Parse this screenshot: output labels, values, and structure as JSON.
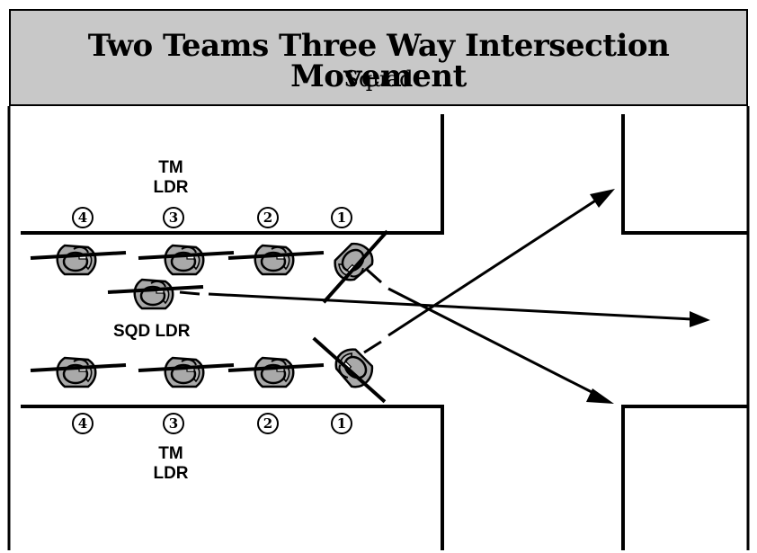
{
  "header": {
    "title": "Two Teams Three Way Intersection Movement",
    "subtitle": "Squad"
  },
  "labels": {
    "team_leader_top_line1": "TM",
    "team_leader_top_line2": "LDR",
    "squad_leader": "SQD LDR",
    "team_leader_bottom_line1": "TM",
    "team_leader_bottom_line2": "LDR"
  },
  "top_team_numbers": [
    "4",
    "3",
    "2",
    "1"
  ],
  "bottom_team_numbers": [
    "4",
    "3",
    "2",
    "1"
  ],
  "colors": {
    "header_background": "#c8c8c8",
    "soldier_fill": "#a9a9a9",
    "line": "#000000"
  }
}
